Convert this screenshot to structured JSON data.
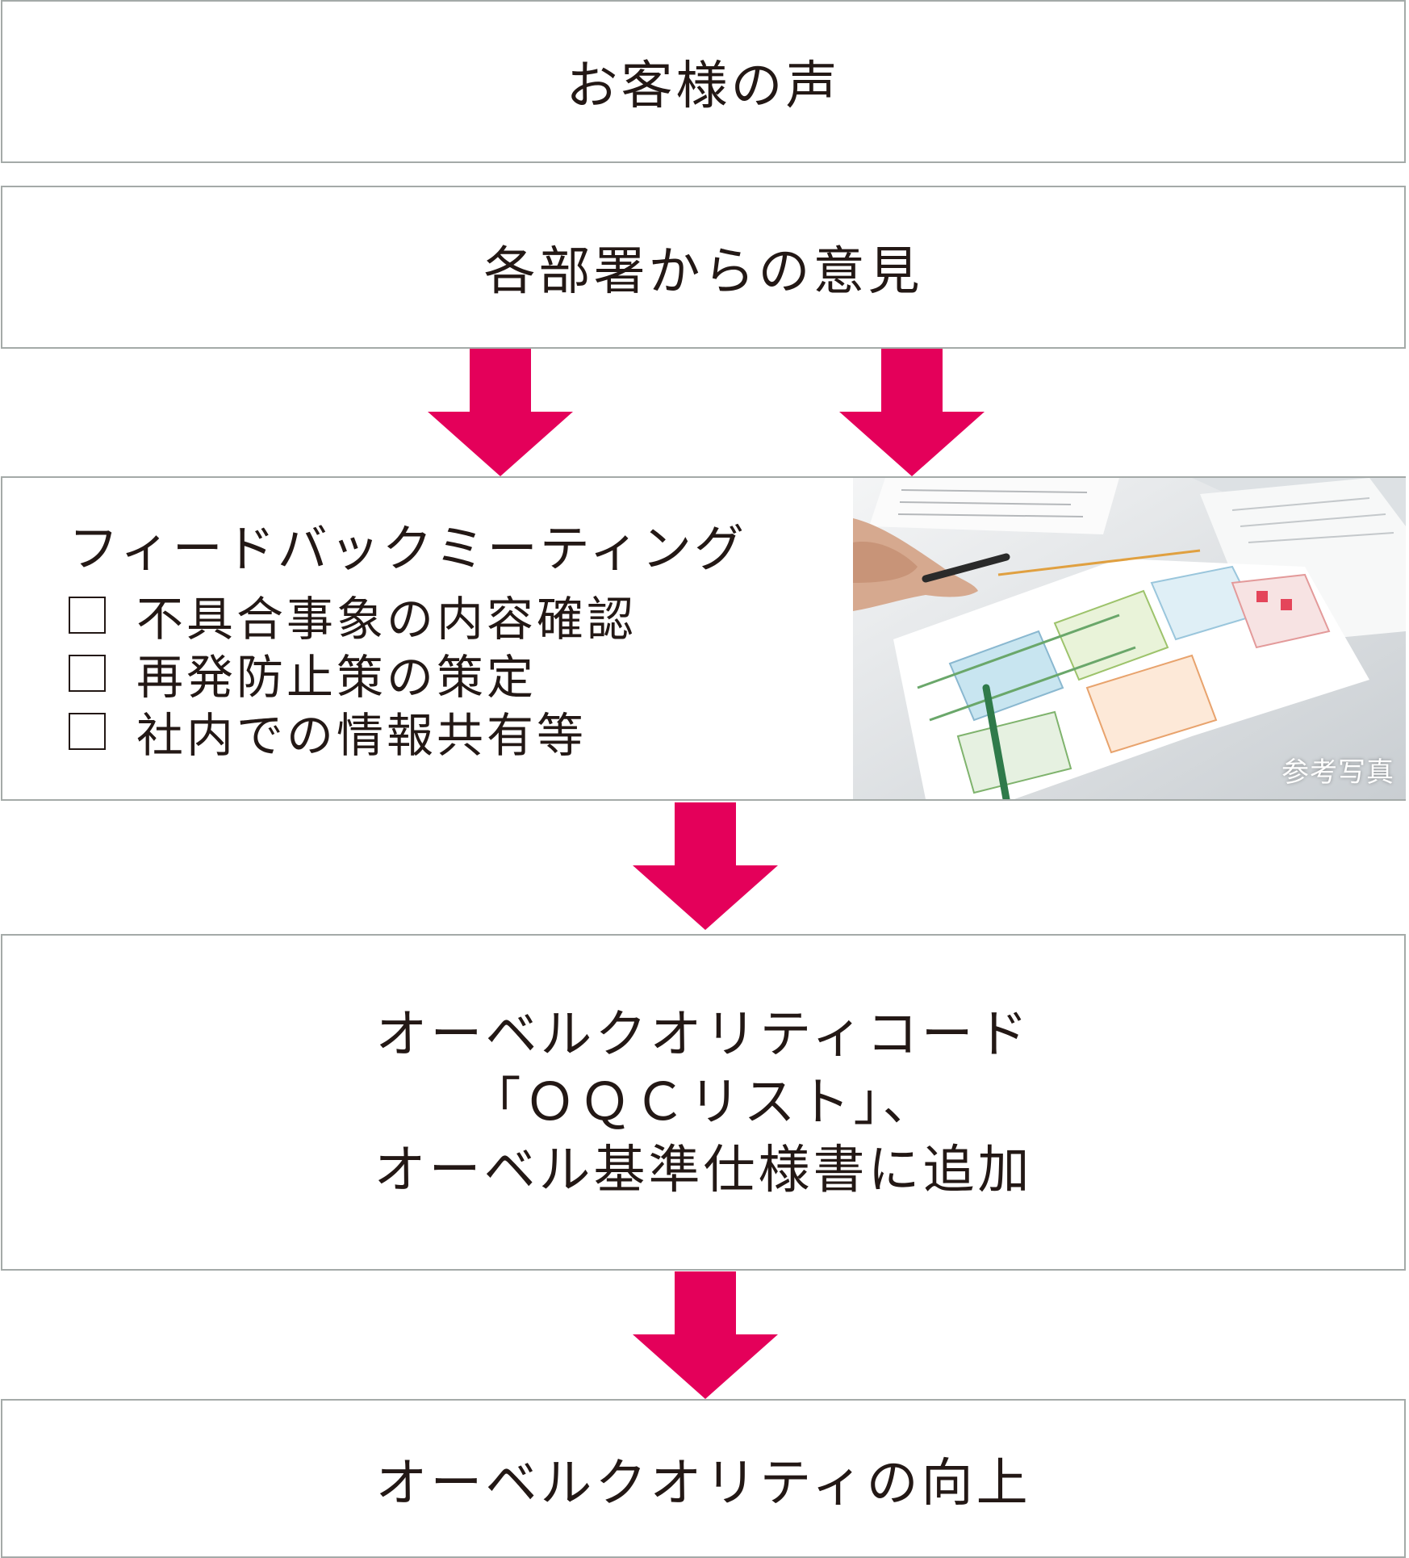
{
  "colors": {
    "arrow": "#e4005a",
    "border": "#a4aaa8",
    "text": "#231815"
  },
  "steps": {
    "customer_voice": "お客様の声",
    "department_opinions": "各部署からの意見",
    "meeting": {
      "title": "フィードバックミーティング",
      "items": [
        "不具合事象の内容確認",
        "再発防止策の策定",
        "社内での情報共有等"
      ],
      "photo_caption": "参考写真"
    },
    "oqc": {
      "lines": [
        "オーベルクオリティコード",
        "「ＯＱＣリスト」、",
        "オーベル基準仕様書に追加"
      ]
    },
    "quality_improvement": "オーベルクオリティの向上"
  }
}
